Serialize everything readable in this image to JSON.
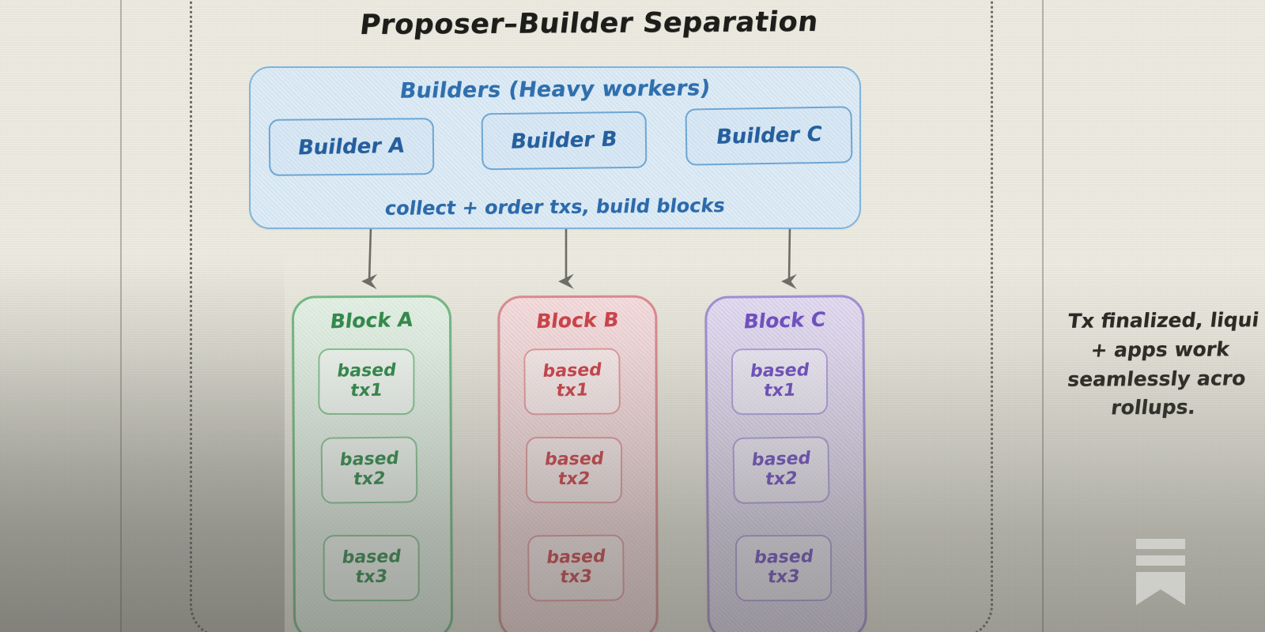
{
  "diagram": {
    "title": "Proposer–Builder Separation",
    "builders_panel": {
      "heading": "Builders (Heavy workers)",
      "caption": "collect + order txs, build blocks",
      "boxes": [
        {
          "label": "Builder A"
        },
        {
          "label": "Builder B"
        },
        {
          "label": "Builder C"
        }
      ],
      "border_color": "#7fb4dc",
      "fill_color": "#d3e4f1",
      "text_color": "#2f6fae"
    },
    "blocks": [
      {
        "title": "Block A",
        "color": "#2f8b4a",
        "border_color": "#72bb85",
        "fill_color": "#dff0e2",
        "transactions": [
          {
            "line1": "based",
            "line2": "tx1"
          },
          {
            "line1": "based",
            "line2": "tx2"
          },
          {
            "line1": "based",
            "line2": "tx3"
          }
        ]
      },
      {
        "title": "Block B",
        "color": "#cf4148",
        "border_color": "#e08a90",
        "fill_color": "#f5d6d8",
        "transactions": [
          {
            "line1": "based",
            "line2": "tx1"
          },
          {
            "line1": "based",
            "line2": "tx2"
          },
          {
            "line1": "based",
            "line2": "tx3"
          }
        ]
      },
      {
        "title": "Block C",
        "color": "#6f4fc4",
        "border_color": "#a38fd6",
        "fill_color": "#ddd4f0",
        "transactions": [
          {
            "line1": "based",
            "line2": "tx1"
          },
          {
            "line1": "based",
            "line2": "tx2"
          },
          {
            "line1": "based",
            "line2": "tx3"
          }
        ]
      }
    ],
    "arrows": {
      "count": 3,
      "color": "#6d6d67",
      "direction": "down",
      "from": "builders-panel",
      "to": "blocks"
    },
    "right_note": {
      "line1": "Tx finalized, liqui",
      "line2": "+ apps work",
      "line3": "seamlessly acro",
      "line4": "rollups."
    },
    "logo": {
      "name": "bookmark-logo",
      "color": "#d9d9d4"
    },
    "canvas": {
      "background_top": "#e9e7dc",
      "background_bottom": "#898a85"
    }
  }
}
